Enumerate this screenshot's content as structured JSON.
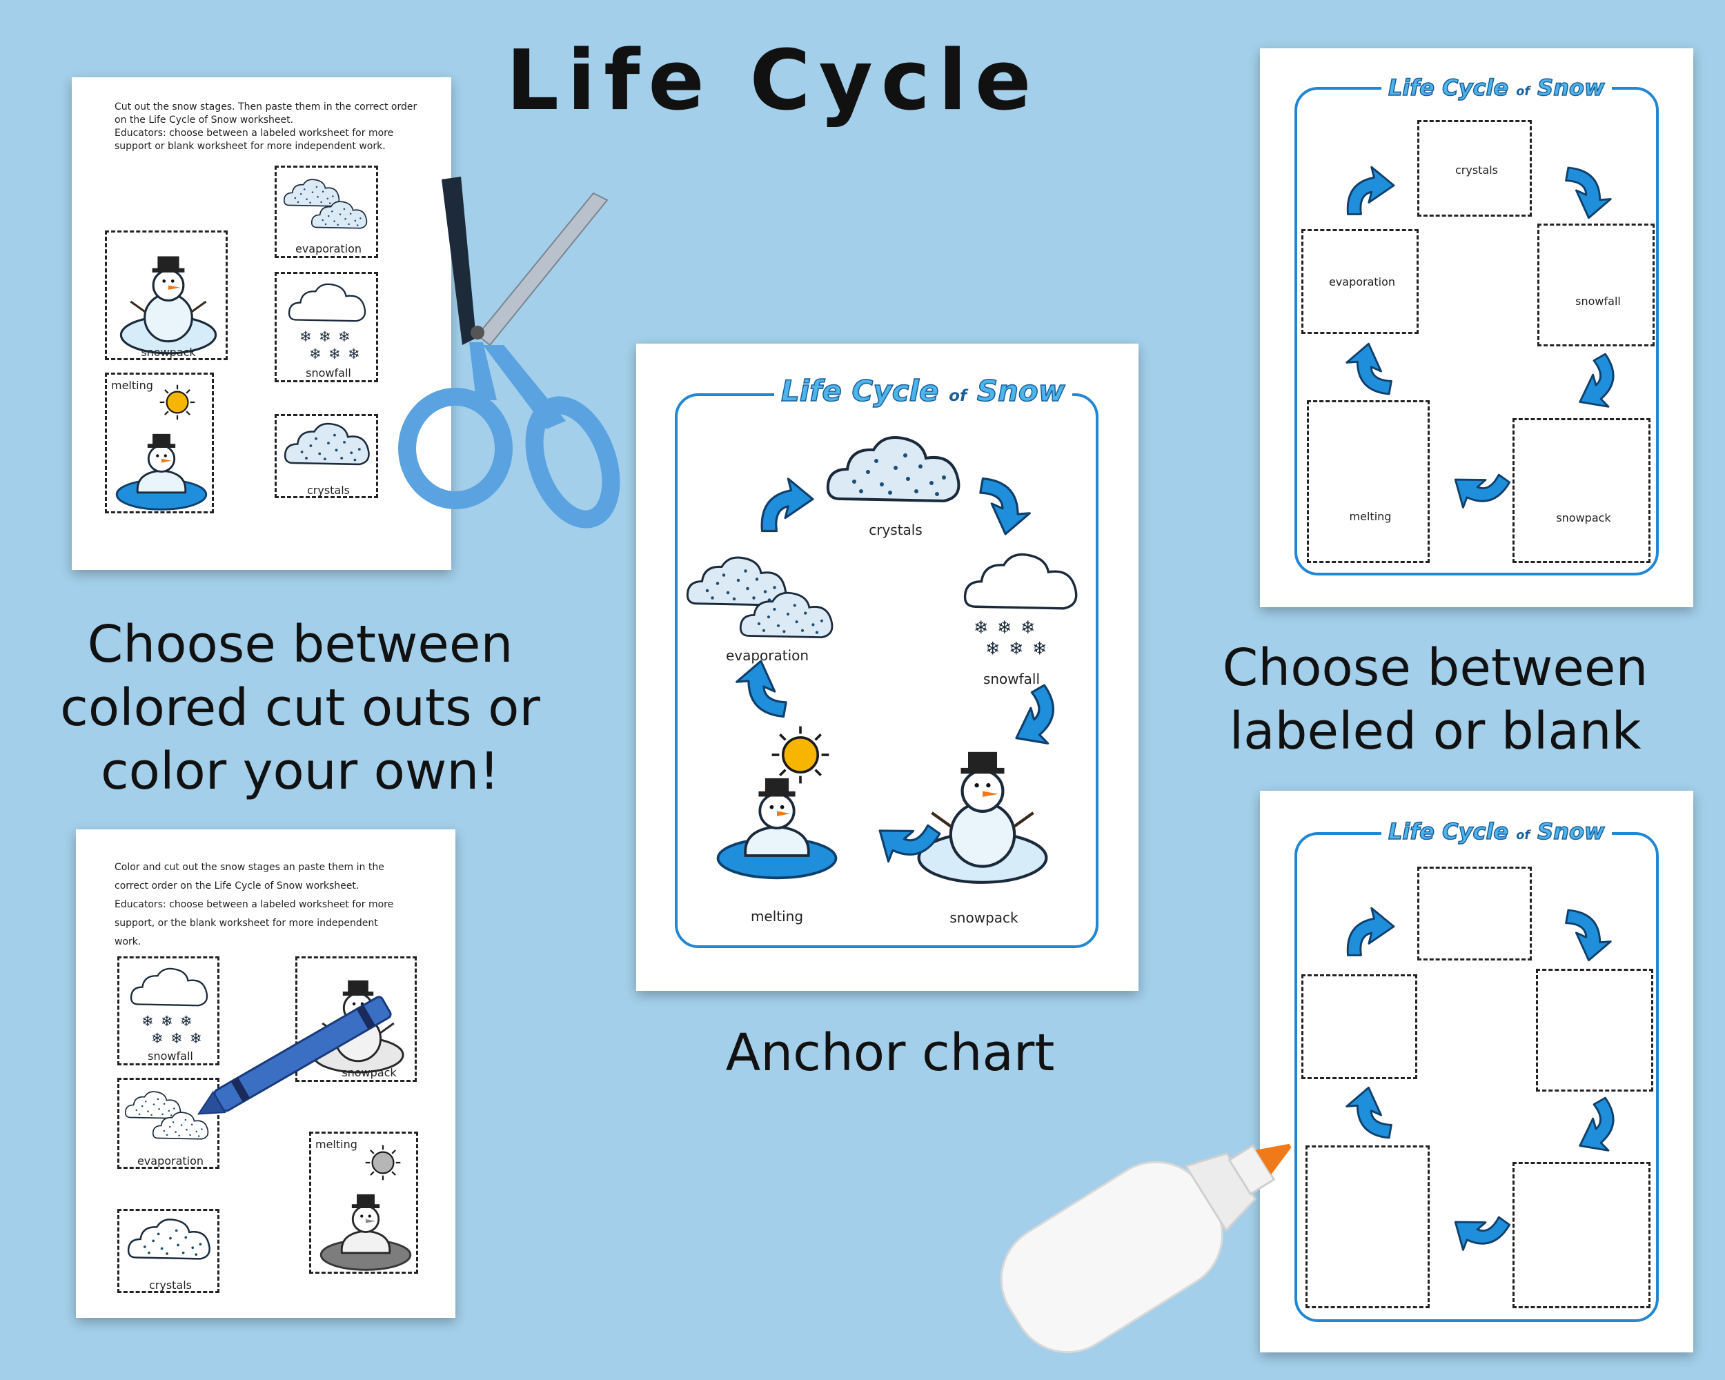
{
  "title": "Life Cycle",
  "captions": {
    "left": [
      "Choose between",
      "colored cut outs or",
      "color your own!"
    ],
    "right": [
      "Choose between",
      "labeled or blank"
    ],
    "center": "Anchor chart"
  },
  "worksheet_title": {
    "part1": "Life Cycle",
    "part2": "of",
    "part3": "Snow"
  },
  "colored_cutouts": {
    "instructions": [
      "Cut out the snow stages. Then paste them in the correct order",
      "on the Life Cycle of Snow worksheet.",
      "Educators: choose between a labeled worksheet for more",
      "support or blank worksheet for more independent work."
    ],
    "labels": {
      "evaporation": "evaporation",
      "snowpack": "snowpack",
      "snowfall": "snowfall",
      "melting": "melting",
      "crystals": "crystals"
    }
  },
  "bw_cutouts": {
    "instructions": [
      "Color and cut out the snow stages an paste them in the",
      "correct order on the Life Cycle of Snow worksheet.",
      "Educators: choose between a labeled worksheet for more",
      "support, or the blank worksheet for more independent",
      "work."
    ],
    "labels": {
      "snowfall": "snowfall",
      "snowpack": "snowpack",
      "evaporation": "evaporation",
      "melting": "melting",
      "crystals": "crystals"
    }
  },
  "anchor_chart": {
    "labels": {
      "crystals": "crystals",
      "evaporation": "evaporation",
      "snowfall": "snowfall",
      "melting": "melting",
      "snowpack": "snowpack"
    }
  },
  "labeled_worksheet": {
    "labels": {
      "crystals": "crystals",
      "evaporation": "evaporation",
      "snowfall": "snowfall",
      "melting": "melting",
      "snowpack": "snowpack"
    }
  },
  "colors": {
    "background": "#a3cfea",
    "accent_blue": "#1f8fdc",
    "frame_blue": "#2186d4",
    "title_blue": "#4eb4ec"
  }
}
